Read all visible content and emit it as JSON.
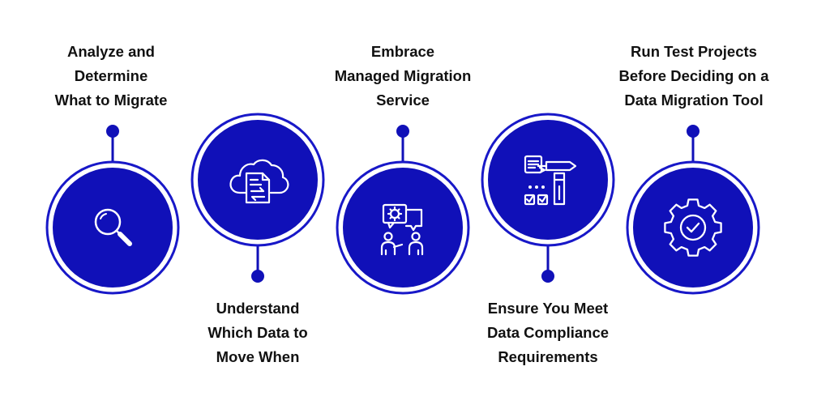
{
  "steps": [
    {
      "label": "Analyze and\nDetermine\nWhat to Migrate",
      "icon": "magnifier-icon"
    },
    {
      "label": "Understand\nWhich Data to\nMove When",
      "icon": "cloud-document-icon"
    },
    {
      "label": "Embrace\nManaged Migration\nService",
      "icon": "consultation-icon"
    },
    {
      "label": "Ensure You Meet\nData Compliance\nRequirements",
      "icon": "checklist-icon"
    },
    {
      "label": "Run Test Projects\nBefore Deciding on a\nData Migration Tool",
      "icon": "gear-check-icon"
    }
  ],
  "colors": {
    "primary": "#1010b8",
    "dark": "#0b0b8a",
    "ring": "#1818c8",
    "text": "#111111",
    "background": "#ffffff"
  }
}
